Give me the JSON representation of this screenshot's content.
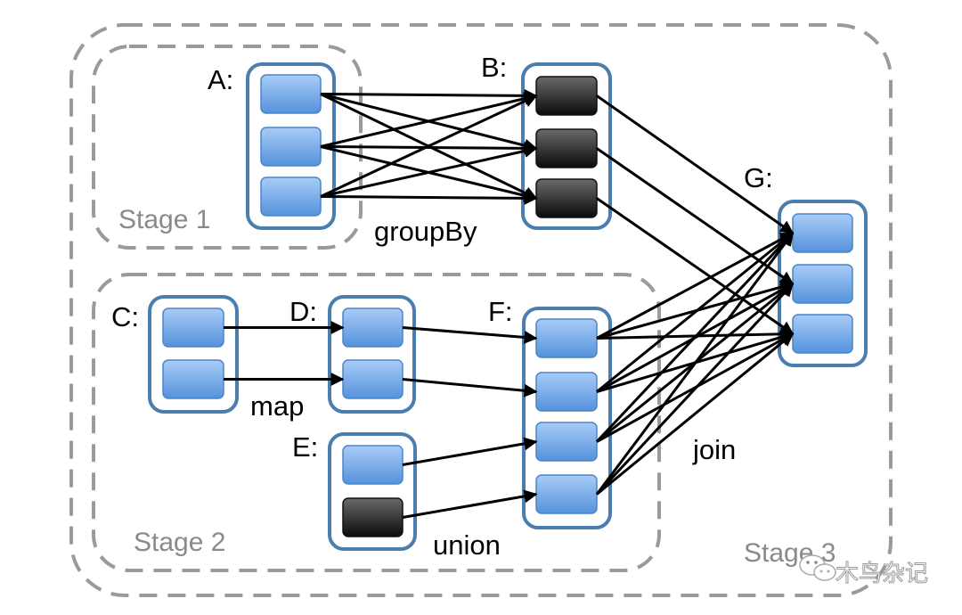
{
  "colors": {
    "container": "#4a7eae",
    "partition": "#6aa3e8",
    "partition_dark": "#2a2a2a",
    "stage_border": "#9a9a9a",
    "edge": "#000000"
  },
  "stages": [
    {
      "id": "stage1",
      "label": "Stage 1"
    },
    {
      "id": "stage2",
      "label": "Stage 2"
    },
    {
      "id": "stage3",
      "label": "Stage 3"
    }
  ],
  "rdds": [
    {
      "id": "A",
      "label": "A:",
      "partitions": [
        "light",
        "light",
        "light"
      ]
    },
    {
      "id": "B",
      "label": "B:",
      "partitions": [
        "dark",
        "dark",
        "dark"
      ]
    },
    {
      "id": "C",
      "label": "C:",
      "partitions": [
        "light",
        "light"
      ]
    },
    {
      "id": "D",
      "label": "D:",
      "partitions": [
        "light",
        "light"
      ]
    },
    {
      "id": "E",
      "label": "E:",
      "partitions": [
        "light",
        "dark"
      ]
    },
    {
      "id": "F",
      "label": "F:",
      "partitions": [
        "light",
        "light",
        "light",
        "light"
      ]
    },
    {
      "id": "G",
      "label": "G:",
      "partitions": [
        "light",
        "light",
        "light"
      ]
    }
  ],
  "operations": [
    {
      "id": "groupBy",
      "label": "groupBy"
    },
    {
      "id": "map",
      "label": "map"
    },
    {
      "id": "union",
      "label": "union"
    },
    {
      "id": "join",
      "label": "join"
    }
  ],
  "edges": [
    [
      "A1",
      "B1"
    ],
    [
      "A1",
      "B2"
    ],
    [
      "A1",
      "B3"
    ],
    [
      "A2",
      "B1"
    ],
    [
      "A2",
      "B2"
    ],
    [
      "A2",
      "B3"
    ],
    [
      "A3",
      "B1"
    ],
    [
      "A3",
      "B2"
    ],
    [
      "A3",
      "B3"
    ],
    [
      "B1",
      "G1"
    ],
    [
      "B2",
      "G2"
    ],
    [
      "B3",
      "G3"
    ],
    [
      "C1",
      "D1"
    ],
    [
      "C2",
      "D2"
    ],
    [
      "D1",
      "F1"
    ],
    [
      "D2",
      "F2"
    ],
    [
      "E1",
      "F3"
    ],
    [
      "E2",
      "F4"
    ],
    [
      "F1",
      "G1"
    ],
    [
      "F1",
      "G2"
    ],
    [
      "F1",
      "G3"
    ],
    [
      "F2",
      "G1"
    ],
    [
      "F2",
      "G2"
    ],
    [
      "F2",
      "G3"
    ],
    [
      "F3",
      "G1"
    ],
    [
      "F3",
      "G2"
    ],
    [
      "F3",
      "G3"
    ],
    [
      "F4",
      "G1"
    ],
    [
      "F4",
      "G2"
    ],
    [
      "F4",
      "G3"
    ]
  ],
  "watermark": {
    "text": "木鸟杂记",
    "icon": "wechat-icon"
  }
}
